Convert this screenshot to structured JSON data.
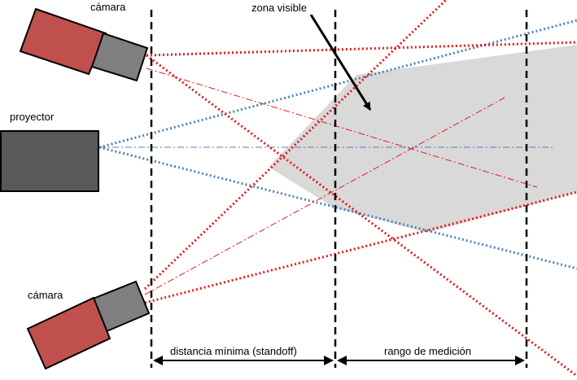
{
  "labels": {
    "camera_top": "cámara",
    "projector": "proyector",
    "camera_bottom": "cámara",
    "visible_zone": "zona visible",
    "min_distance": "distancia mínima (standoff)",
    "measurement_range": "rango de medición"
  },
  "colors": {
    "camera_body": "#c0504d",
    "camera_lens": "#7f7f7f",
    "projector_body": "#595959",
    "visible_zone_fill": "#d9d9d9",
    "camera_rays": "#e41a1c",
    "projector_rays": "#4f81bd",
    "boundary_lines": "#000000"
  }
}
